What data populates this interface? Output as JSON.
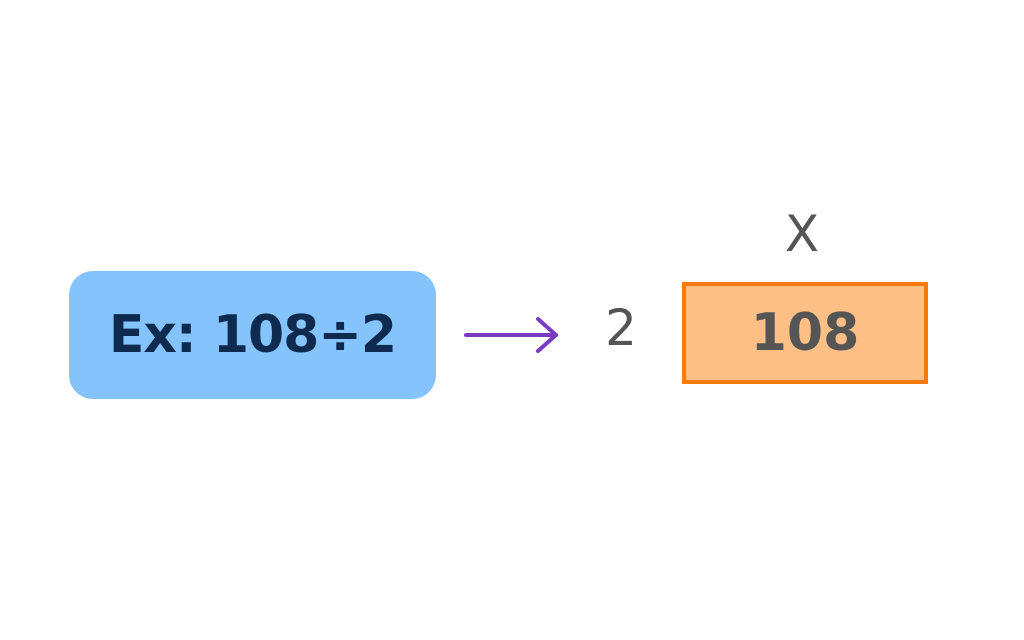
{
  "example": {
    "label": "Ex: 108÷2"
  },
  "work": {
    "divisor": "2",
    "operator": "X",
    "dividend": "108"
  },
  "colors": {
    "example_box_fill": "#84c3fb",
    "example_text": "#0f2a4f",
    "arrow": "#7a3bc4",
    "number_text": "#555555",
    "dividend_box_fill": "#fdbf86",
    "dividend_box_border": "#f77b0f"
  },
  "icons": {
    "arrow": "right-arrow-icon"
  }
}
